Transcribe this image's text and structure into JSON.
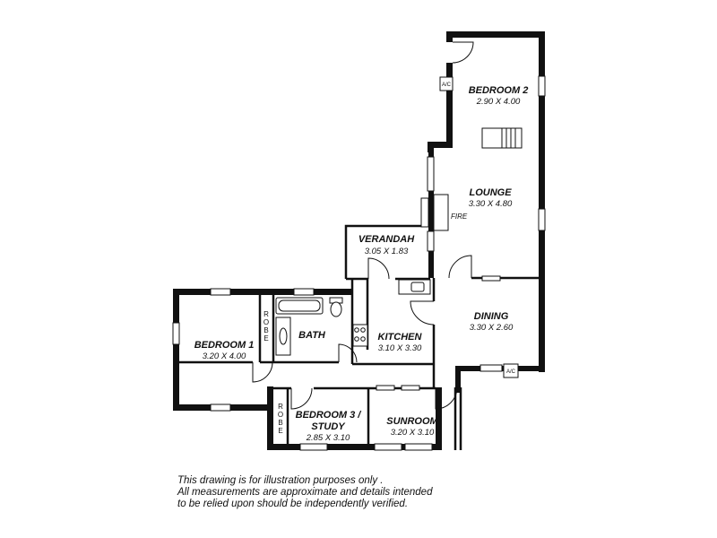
{
  "rooms": [
    {
      "name": "BEDROOM 2",
      "dims": "2.90 X 4.00"
    },
    {
      "name": "LOUNGE",
      "dims": "3.30 X 4.80"
    },
    {
      "name": "VERANDAH",
      "dims": "3.05 X 1.83"
    },
    {
      "name": "DINING",
      "dims": "3.30 X 2.60"
    },
    {
      "name": "KITCHEN",
      "dims": "3.10 X 3.30"
    },
    {
      "name": "BATH",
      "dims": ""
    },
    {
      "name": "BEDROOM 1",
      "dims": "3.20 X 4.00"
    },
    {
      "name": "BEDROOM 3 /",
      "name2": "STUDY",
      "dims": "2.85 X 3.10"
    },
    {
      "name": "SUNROOM",
      "dims": "3.20 X 3.10"
    }
  ],
  "labels": {
    "fire": "FIRE",
    "robe1": [
      "R",
      "O",
      "B",
      "E"
    ],
    "robe2": [
      "R",
      "O",
      "B",
      "E"
    ],
    "ac": "A/C"
  },
  "disclaimer": [
    "This drawing is for illustration purposes only .",
    "All measurements are approximate and details intended",
    "to be relied upon should be independently verified."
  ]
}
